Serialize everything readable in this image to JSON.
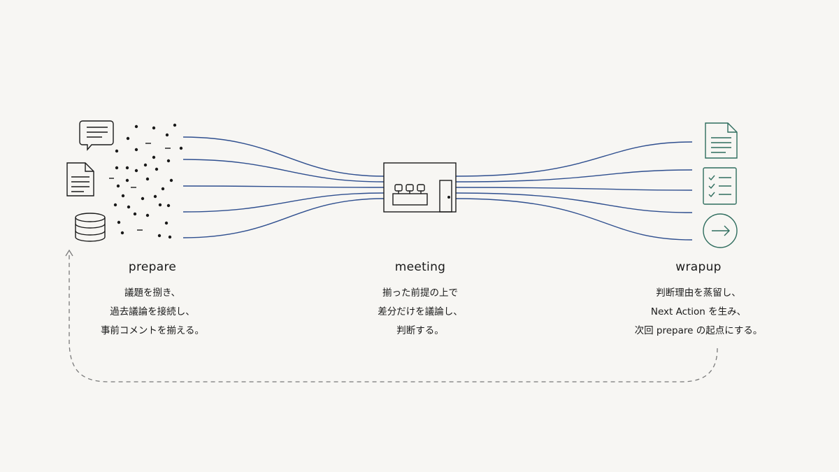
{
  "stages": {
    "prepare": {
      "title": "prepare",
      "lines": [
        "議題を捌き、",
        "過去議論を接続し、",
        "事前コメントを揃える。"
      ]
    },
    "meeting": {
      "title": "meeting",
      "lines": [
        "揃った前提の上で",
        "差分だけを議論し、",
        "判断する。"
      ]
    },
    "wrapup": {
      "title": "wrapup",
      "lines": [
        "判断理由を蒸留し、",
        "Next Action を生み、",
        "次回 prepare の起点にする。"
      ]
    }
  },
  "icons": {
    "prepare": [
      "chat-bubble-icon",
      "document-icon",
      "database-icon"
    ],
    "meeting": "meeting-room-icon",
    "wrapup": [
      "document-icon",
      "checklist-icon",
      "arrow-circle-icon"
    ]
  },
  "colors": {
    "background": "#f7f6f3",
    "ink": "#1a1a1a",
    "flow_lines": "#2f4f8f",
    "output_icons": "#2f6d5e",
    "loop": "#7a7a7a"
  }
}
